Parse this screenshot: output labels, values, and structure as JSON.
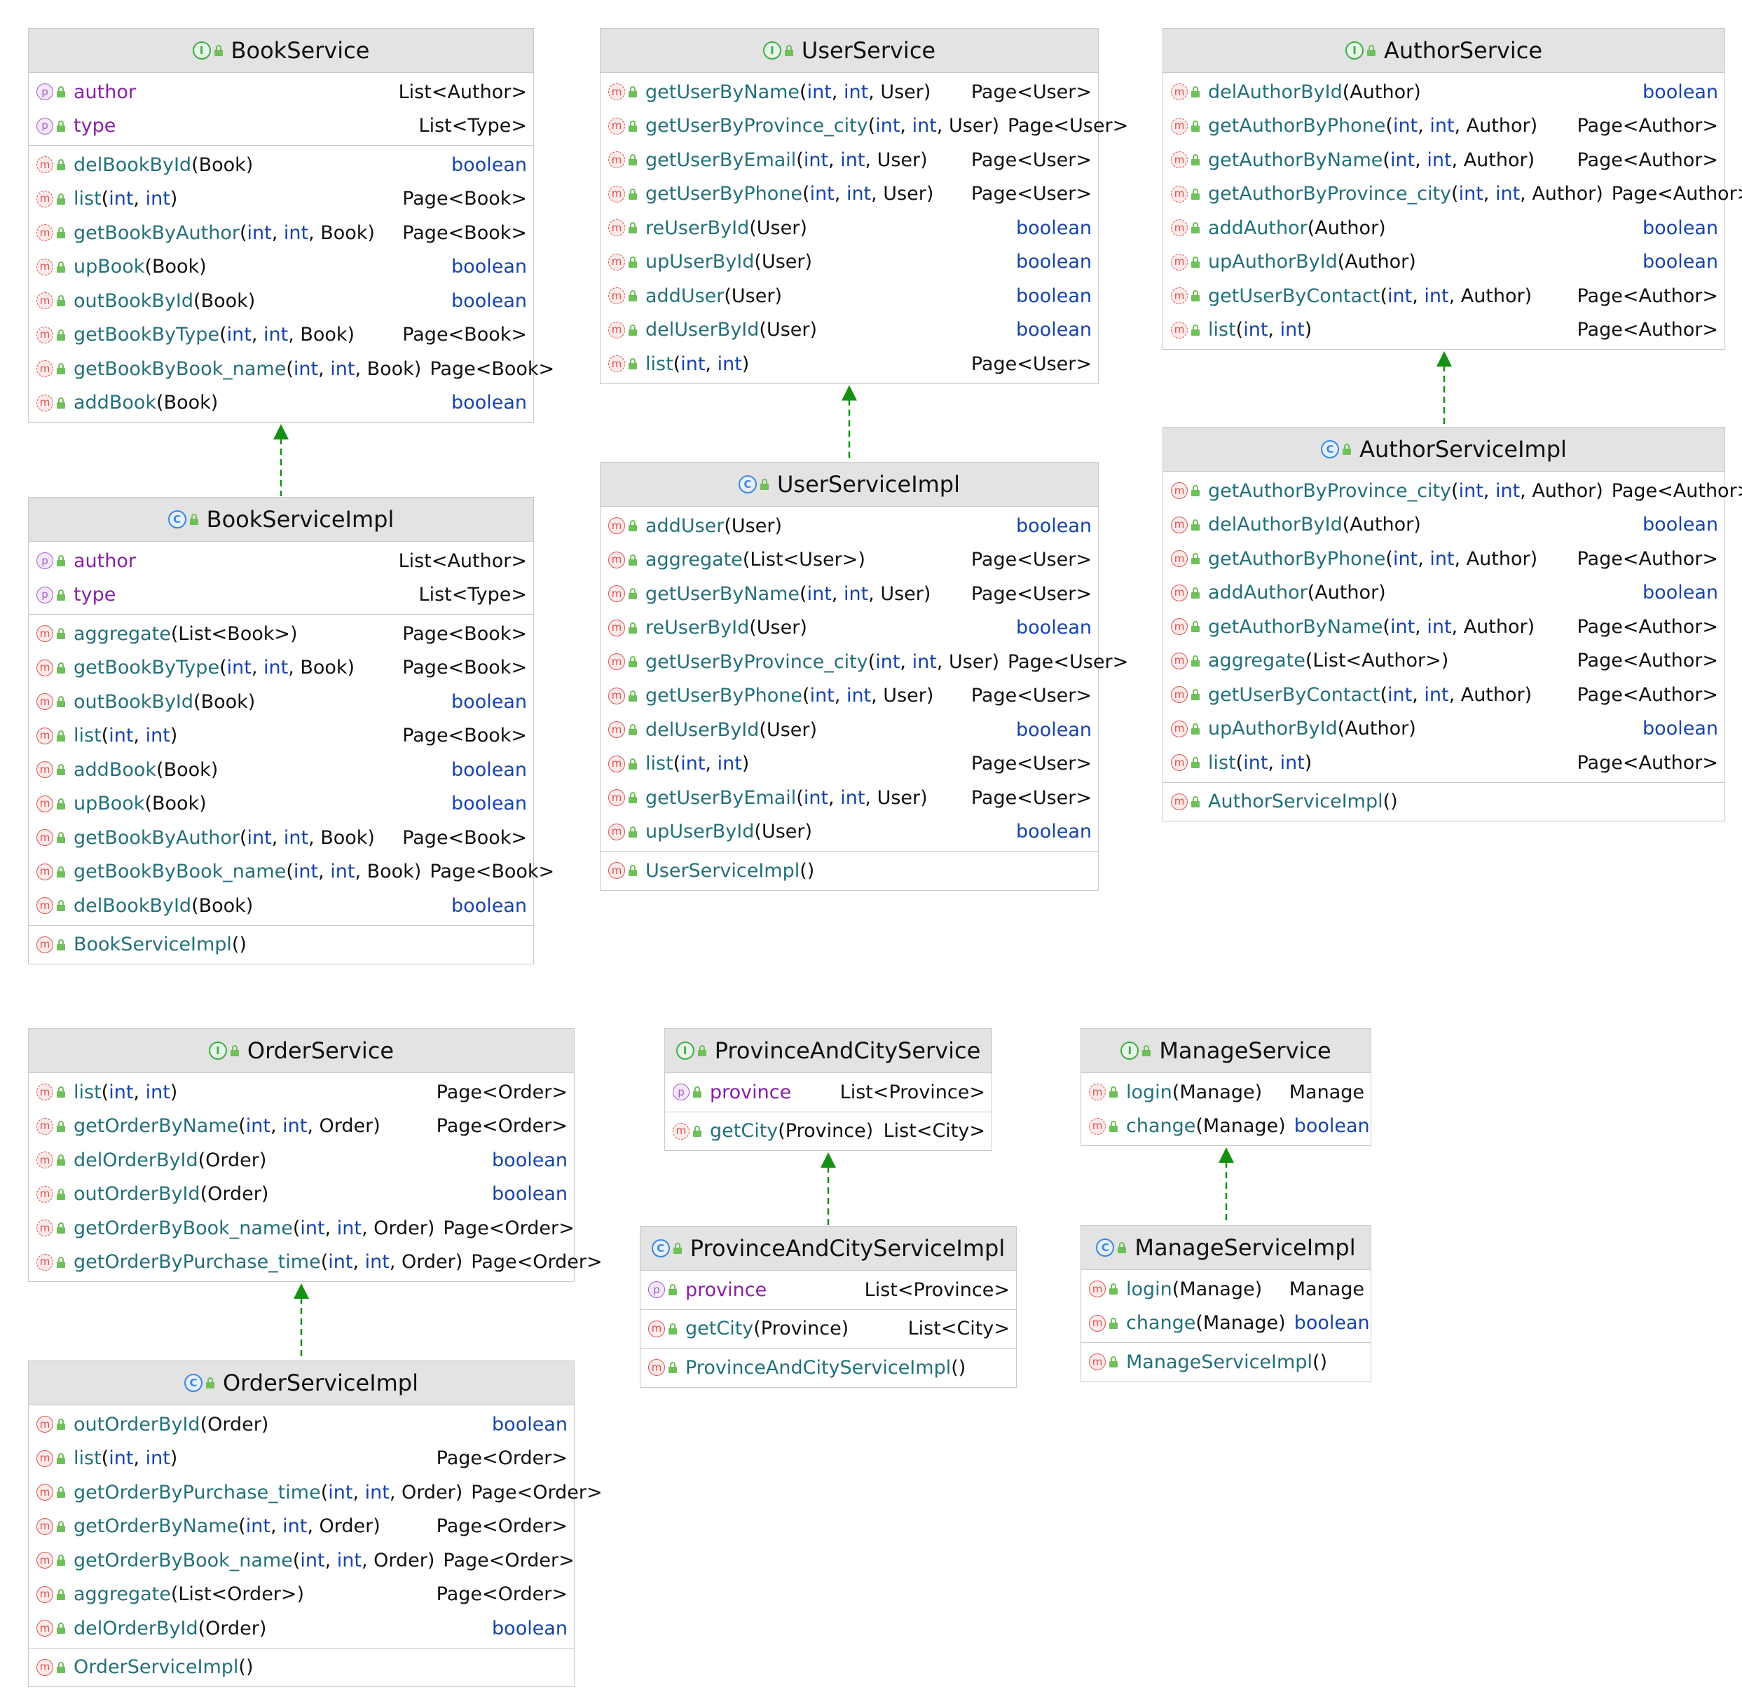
{
  "colors": {
    "header_bg": "#e3e3e3",
    "border": "#c9c9c9",
    "method_name": "#23707a",
    "property_name": "#8a1fa6",
    "keyword_type": "#1744a8",
    "method_icon": "#d9534f",
    "property_icon": "#a45cc8",
    "interface_icon": "#3fae49",
    "class_icon": "#3d86de",
    "arrow": "#159015"
  },
  "icons": {
    "interface": "I",
    "class": "C",
    "method": "m",
    "property": "p",
    "visibility": "lock-icon"
  },
  "boxes": [
    {
      "id": "BookService",
      "kind": "interface",
      "title": "BookService",
      "sections": [
        [
          {
            "k": "p",
            "name": "author",
            "type": "List<Author>"
          },
          {
            "k": "p",
            "name": "type",
            "type": "List<Type>"
          }
        ],
        [
          {
            "k": "m",
            "abstract": true,
            "name": "delBookById",
            "params": "(Book)",
            "type": "boolean"
          },
          {
            "k": "m",
            "abstract": true,
            "name": "list",
            "params": "(int, int)",
            "type": "Page<Book>"
          },
          {
            "k": "m",
            "abstract": true,
            "name": "getBookByAuthor",
            "params": "(int, int, Book)",
            "type": "Page<Book>"
          },
          {
            "k": "m",
            "abstract": true,
            "name": "upBook",
            "params": "(Book)",
            "type": "boolean"
          },
          {
            "k": "m",
            "abstract": true,
            "name": "outBookById",
            "params": "(Book)",
            "type": "boolean"
          },
          {
            "k": "m",
            "abstract": true,
            "name": "getBookByType",
            "params": "(int, int, Book)",
            "type": "Page<Book>"
          },
          {
            "k": "m",
            "abstract": true,
            "name": "getBookByBook_name",
            "params": "(int, int, Book)",
            "type": "Page<Book>"
          },
          {
            "k": "m",
            "abstract": true,
            "name": "addBook",
            "params": "(Book)",
            "type": "boolean"
          }
        ]
      ]
    },
    {
      "id": "BookServiceImpl",
      "kind": "class",
      "title": "BookServiceImpl",
      "sections": [
        [
          {
            "k": "p",
            "name": "author",
            "type": "List<Author>"
          },
          {
            "k": "p",
            "name": "type",
            "type": "List<Type>"
          }
        ],
        [
          {
            "k": "m",
            "name": "aggregate",
            "params": "(List<Book>)",
            "type": "Page<Book>"
          },
          {
            "k": "m",
            "name": "getBookByType",
            "params": "(int, int, Book)",
            "type": "Page<Book>"
          },
          {
            "k": "m",
            "name": "outBookById",
            "params": "(Book)",
            "type": "boolean"
          },
          {
            "k": "m",
            "name": "list",
            "params": "(int, int)",
            "type": "Page<Book>"
          },
          {
            "k": "m",
            "name": "addBook",
            "params": "(Book)",
            "type": "boolean"
          },
          {
            "k": "m",
            "name": "upBook",
            "params": "(Book)",
            "type": "boolean"
          },
          {
            "k": "m",
            "name": "getBookByAuthor",
            "params": "(int, int, Book)",
            "type": "Page<Book>"
          },
          {
            "k": "m",
            "name": "getBookByBook_name",
            "params": "(int, int, Book)",
            "type": "Page<Book>"
          },
          {
            "k": "m",
            "name": "delBookById",
            "params": "(Book)",
            "type": "boolean"
          }
        ],
        [
          {
            "k": "m",
            "name": "BookServiceImpl",
            "params": "()",
            "type": ""
          }
        ]
      ]
    },
    {
      "id": "UserService",
      "kind": "interface",
      "title": "UserService",
      "sections": [
        [
          {
            "k": "m",
            "abstract": true,
            "name": "getUserByName",
            "params": "(int, int, User)",
            "type": "Page<User>"
          },
          {
            "k": "m",
            "abstract": true,
            "name": "getUserByProvince_city",
            "params": "(int, int, User)",
            "type": "Page<User>"
          },
          {
            "k": "m",
            "abstract": true,
            "name": "getUserByEmail",
            "params": "(int, int, User)",
            "type": "Page<User>"
          },
          {
            "k": "m",
            "abstract": true,
            "name": "getUserByPhone",
            "params": "(int, int, User)",
            "type": "Page<User>"
          },
          {
            "k": "m",
            "abstract": true,
            "name": "reUserById",
            "params": "(User)",
            "type": "boolean"
          },
          {
            "k": "m",
            "abstract": true,
            "name": "upUserById",
            "params": "(User)",
            "type": "boolean"
          },
          {
            "k": "m",
            "abstract": true,
            "name": "addUser",
            "params": "(User)",
            "type": "boolean"
          },
          {
            "k": "m",
            "abstract": true,
            "name": "delUserById",
            "params": "(User)",
            "type": "boolean"
          },
          {
            "k": "m",
            "abstract": true,
            "name": "list",
            "params": "(int, int)",
            "type": "Page<User>"
          }
        ]
      ]
    },
    {
      "id": "UserServiceImpl",
      "kind": "class",
      "title": "UserServiceImpl",
      "sections": [
        [
          {
            "k": "m",
            "name": "addUser",
            "params": "(User)",
            "type": "boolean"
          },
          {
            "k": "m",
            "name": "aggregate",
            "params": "(List<User>)",
            "type": "Page<User>"
          },
          {
            "k": "m",
            "name": "getUserByName",
            "params": "(int, int, User)",
            "type": "Page<User>"
          },
          {
            "k": "m",
            "name": "reUserById",
            "params": "(User)",
            "type": "boolean"
          },
          {
            "k": "m",
            "name": "getUserByProvince_city",
            "params": "(int, int, User)",
            "type": "Page<User>"
          },
          {
            "k": "m",
            "name": "getUserByPhone",
            "params": "(int, int, User)",
            "type": "Page<User>"
          },
          {
            "k": "m",
            "name": "delUserById",
            "params": "(User)",
            "type": "boolean"
          },
          {
            "k": "m",
            "name": "list",
            "params": "(int, int)",
            "type": "Page<User>"
          },
          {
            "k": "m",
            "name": "getUserByEmail",
            "params": "(int, int, User)",
            "type": "Page<User>"
          },
          {
            "k": "m",
            "name": "upUserById",
            "params": "(User)",
            "type": "boolean"
          }
        ],
        [
          {
            "k": "m",
            "name": "UserServiceImpl",
            "params": "()",
            "type": ""
          }
        ]
      ]
    },
    {
      "id": "AuthorService",
      "kind": "interface",
      "title": "AuthorService",
      "sections": [
        [
          {
            "k": "m",
            "abstract": true,
            "name": "delAuthorById",
            "params": "(Author)",
            "type": "boolean"
          },
          {
            "k": "m",
            "abstract": true,
            "name": "getAuthorByPhone",
            "params": "(int, int, Author)",
            "type": "Page<Author>"
          },
          {
            "k": "m",
            "abstract": true,
            "name": "getAuthorByName",
            "params": "(int, int, Author)",
            "type": "Page<Author>"
          },
          {
            "k": "m",
            "abstract": true,
            "name": "getAuthorByProvince_city",
            "params": "(int, int, Author)",
            "type": "Page<Author>"
          },
          {
            "k": "m",
            "abstract": true,
            "name": "addAuthor",
            "params": "(Author)",
            "type": "boolean"
          },
          {
            "k": "m",
            "abstract": true,
            "name": "upAuthorById",
            "params": "(Author)",
            "type": "boolean"
          },
          {
            "k": "m",
            "abstract": true,
            "name": "getUserByContact",
            "params": "(int, int, Author)",
            "type": "Page<Author>"
          },
          {
            "k": "m",
            "abstract": true,
            "name": "list",
            "params": "(int, int)",
            "type": "Page<Author>"
          }
        ]
      ]
    },
    {
      "id": "AuthorServiceImpl",
      "kind": "class",
      "title": "AuthorServiceImpl",
      "sections": [
        [
          {
            "k": "m",
            "name": "getAuthorByProvince_city",
            "params": "(int, int, Author)",
            "type": "Page<Author>"
          },
          {
            "k": "m",
            "name": "delAuthorById",
            "params": "(Author)",
            "type": "boolean"
          },
          {
            "k": "m",
            "name": "getAuthorByPhone",
            "params": "(int, int, Author)",
            "type": "Page<Author>"
          },
          {
            "k": "m",
            "name": "addAuthor",
            "params": "(Author)",
            "type": "boolean"
          },
          {
            "k": "m",
            "name": "getAuthorByName",
            "params": "(int, int, Author)",
            "type": "Page<Author>"
          },
          {
            "k": "m",
            "name": "aggregate",
            "params": "(List<Author>)",
            "type": "Page<Author>"
          },
          {
            "k": "m",
            "name": "getUserByContact",
            "params": "(int, int, Author)",
            "type": "Page<Author>"
          },
          {
            "k": "m",
            "name": "upAuthorById",
            "params": "(Author)",
            "type": "boolean"
          },
          {
            "k": "m",
            "name": "list",
            "params": "(int, int)",
            "type": "Page<Author>"
          }
        ],
        [
          {
            "k": "m",
            "name": "AuthorServiceImpl",
            "params": "()",
            "type": ""
          }
        ]
      ]
    },
    {
      "id": "OrderService",
      "kind": "interface",
      "title": "OrderService",
      "sections": [
        [
          {
            "k": "m",
            "abstract": true,
            "name": "list",
            "params": "(int, int)",
            "type": "Page<Order>"
          },
          {
            "k": "m",
            "abstract": true,
            "name": "getOrderByName",
            "params": "(int, int, Order)",
            "type": "Page<Order>"
          },
          {
            "k": "m",
            "abstract": true,
            "name": "delOrderById",
            "params": "(Order)",
            "type": "boolean"
          },
          {
            "k": "m",
            "abstract": true,
            "name": "outOrderById",
            "params": "(Order)",
            "type": "boolean"
          },
          {
            "k": "m",
            "abstract": true,
            "name": "getOrderByBook_name",
            "params": "(int, int, Order)",
            "type": "Page<Order>"
          },
          {
            "k": "m",
            "abstract": true,
            "name": "getOrderByPurchase_time",
            "params": "(int, int, Order)",
            "type": "Page<Order>"
          }
        ]
      ]
    },
    {
      "id": "OrderServiceImpl",
      "kind": "class",
      "title": "OrderServiceImpl",
      "sections": [
        [
          {
            "k": "m",
            "name": "outOrderById",
            "params": "(Order)",
            "type": "boolean"
          },
          {
            "k": "m",
            "name": "list",
            "params": "(int, int)",
            "type": "Page<Order>"
          },
          {
            "k": "m",
            "name": "getOrderByPurchase_time",
            "params": "(int, int, Order)",
            "type": "Page<Order>"
          },
          {
            "k": "m",
            "name": "getOrderByName",
            "params": "(int, int, Order)",
            "type": "Page<Order>"
          },
          {
            "k": "m",
            "name": "getOrderByBook_name",
            "params": "(int, int, Order)",
            "type": "Page<Order>"
          },
          {
            "k": "m",
            "name": "aggregate",
            "params": "(List<Order>)",
            "type": "Page<Order>"
          },
          {
            "k": "m",
            "name": "delOrderById",
            "params": "(Order)",
            "type": "boolean"
          }
        ],
        [
          {
            "k": "m",
            "name": "OrderServiceImpl",
            "params": "()",
            "type": ""
          }
        ]
      ]
    },
    {
      "id": "ProvinceAndCityService",
      "kind": "interface",
      "title": "ProvinceAndCityService",
      "sections": [
        [
          {
            "k": "p",
            "name": "province",
            "type": "List<Province>"
          }
        ],
        [
          {
            "k": "m",
            "abstract": true,
            "name": "getCity",
            "params": "(Province)",
            "type": "List<City>"
          }
        ]
      ]
    },
    {
      "id": "ProvinceAndCityServiceImpl",
      "kind": "class",
      "title": "ProvinceAndCityServiceImpl",
      "sections": [
        [
          {
            "k": "p",
            "name": "province",
            "type": "List<Province>"
          }
        ],
        [
          {
            "k": "m",
            "name": "getCity",
            "params": "(Province)",
            "type": "List<City>"
          }
        ],
        [
          {
            "k": "m",
            "name": "ProvinceAndCityServiceImpl",
            "params": "()",
            "type": ""
          }
        ]
      ]
    },
    {
      "id": "ManageService",
      "kind": "interface",
      "title": "ManageService",
      "sections": [
        [
          {
            "k": "m",
            "abstract": true,
            "name": "login",
            "params": "(Manage)",
            "type": "Manage"
          },
          {
            "k": "m",
            "abstract": true,
            "name": "change",
            "params": "(Manage)",
            "type": "boolean"
          }
        ]
      ]
    },
    {
      "id": "ManageServiceImpl",
      "kind": "class",
      "title": "ManageServiceImpl",
      "sections": [
        [
          {
            "k": "m",
            "name": "login",
            "params": "(Manage)",
            "type": "Manage"
          },
          {
            "k": "m",
            "name": "change",
            "params": "(Manage)",
            "type": "boolean"
          }
        ],
        [
          {
            "k": "m",
            "name": "ManageServiceImpl",
            "params": "()",
            "type": ""
          }
        ]
      ]
    }
  ],
  "relations": [
    {
      "from": "BookServiceImpl",
      "to": "BookService",
      "kind": "implements"
    },
    {
      "from": "UserServiceImpl",
      "to": "UserService",
      "kind": "implements"
    },
    {
      "from": "AuthorServiceImpl",
      "to": "AuthorService",
      "kind": "implements"
    },
    {
      "from": "OrderServiceImpl",
      "to": "OrderService",
      "kind": "implements"
    },
    {
      "from": "ProvinceAndCityServiceImpl",
      "to": "ProvinceAndCityService",
      "kind": "implements"
    },
    {
      "from": "ManageServiceImpl",
      "to": "ManageService",
      "kind": "implements"
    }
  ]
}
